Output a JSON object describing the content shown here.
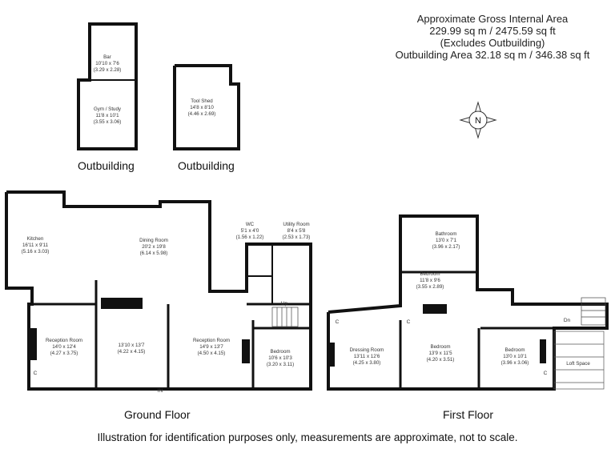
{
  "area_summary": {
    "line1": "Approximate Gross Internal Area",
    "line2": "229.99 sq m / 2475.59 sq ft",
    "line3": "(Excludes Outbuilding)",
    "line4": "Outbuilding Area 32.18 sq m / 346.38 sq ft"
  },
  "compass": {
    "icon": "north-compass-icon",
    "letter": "N"
  },
  "captions": {
    "outbuilding_left": "Outbuilding",
    "outbuilding_right": "Outbuilding",
    "ground_floor": "Ground Floor",
    "first_floor": "First Floor"
  },
  "disclaimer": "Illustration for identification purposes only, measurements are approximate, not to scale.",
  "rooms": {
    "bar": {
      "name": "Bar",
      "imperial": "10'10 x 7'6",
      "metric": "(3.29 x 2.28)"
    },
    "gym": {
      "name": "Gym / Study",
      "imperial": "11'8 x 10'1",
      "metric": "(3.55 x 3.06)"
    },
    "tool_shed": {
      "name": "Tool Shed",
      "imperial": "14'8 x 8'10",
      "metric": "(4.46 x 2.69)"
    },
    "kitchen": {
      "name": "Kitchen",
      "imperial": "16'11 x 9'11",
      "metric": "(5.16 x 3.03)"
    },
    "dining": {
      "name": "Dining Room",
      "imperial": "20'2 x 19'8",
      "metric": "(6.14 x 5.98)"
    },
    "wc": {
      "name": "WC",
      "imperial": "5'1 x 4'0",
      "metric": "(1.56 x 1.22)"
    },
    "utility": {
      "name": "Utility Room",
      "imperial": "8'4 x 5'8",
      "metric": "(2.53 x 1.73)"
    },
    "reception_left": {
      "name": "Reception Room",
      "imperial": "14'0 x 12'4",
      "metric": "(4.27 x 3.75)"
    },
    "middle_room": {
      "imperial": "13'10 x 13'7",
      "metric": "(4.22 x 4.15)"
    },
    "reception_right": {
      "name": "Reception Room",
      "imperial": "14'9 x 13'7",
      "metric": "(4.50 x 4.15)"
    },
    "bedroom_ground": {
      "name": "Bedroom",
      "imperial": "10'6 x 10'3",
      "metric": "(3.20 x 3.11)"
    },
    "bathroom": {
      "name": "Bathroom",
      "imperial": "13'0 x 7'1",
      "metric": "(3.96 x 2.17)"
    },
    "bedroom_ff_mid": {
      "name": "Bedroom",
      "imperial": "11'8 x 9'6",
      "metric": "(3.55 x 2.89)"
    },
    "dressing": {
      "name": "Dressing Room",
      "imperial": "13'11 x 12'6",
      "metric": "(4.25 x 3.80)"
    },
    "bedroom_ff_centre": {
      "name": "Bedroom",
      "imperial": "13'9 x 11'5",
      "metric": "(4.20 x 3.51)"
    },
    "bedroom_ff_right": {
      "name": "Bedroom",
      "imperial": "13'0 x 10'1",
      "metric": "(3.96 x 3.06)"
    },
    "loft": {
      "name": "Loft Space"
    }
  },
  "tags": {
    "up": "Up",
    "dn": "Dn",
    "cupboard": "C",
    "entrance": "IN"
  }
}
